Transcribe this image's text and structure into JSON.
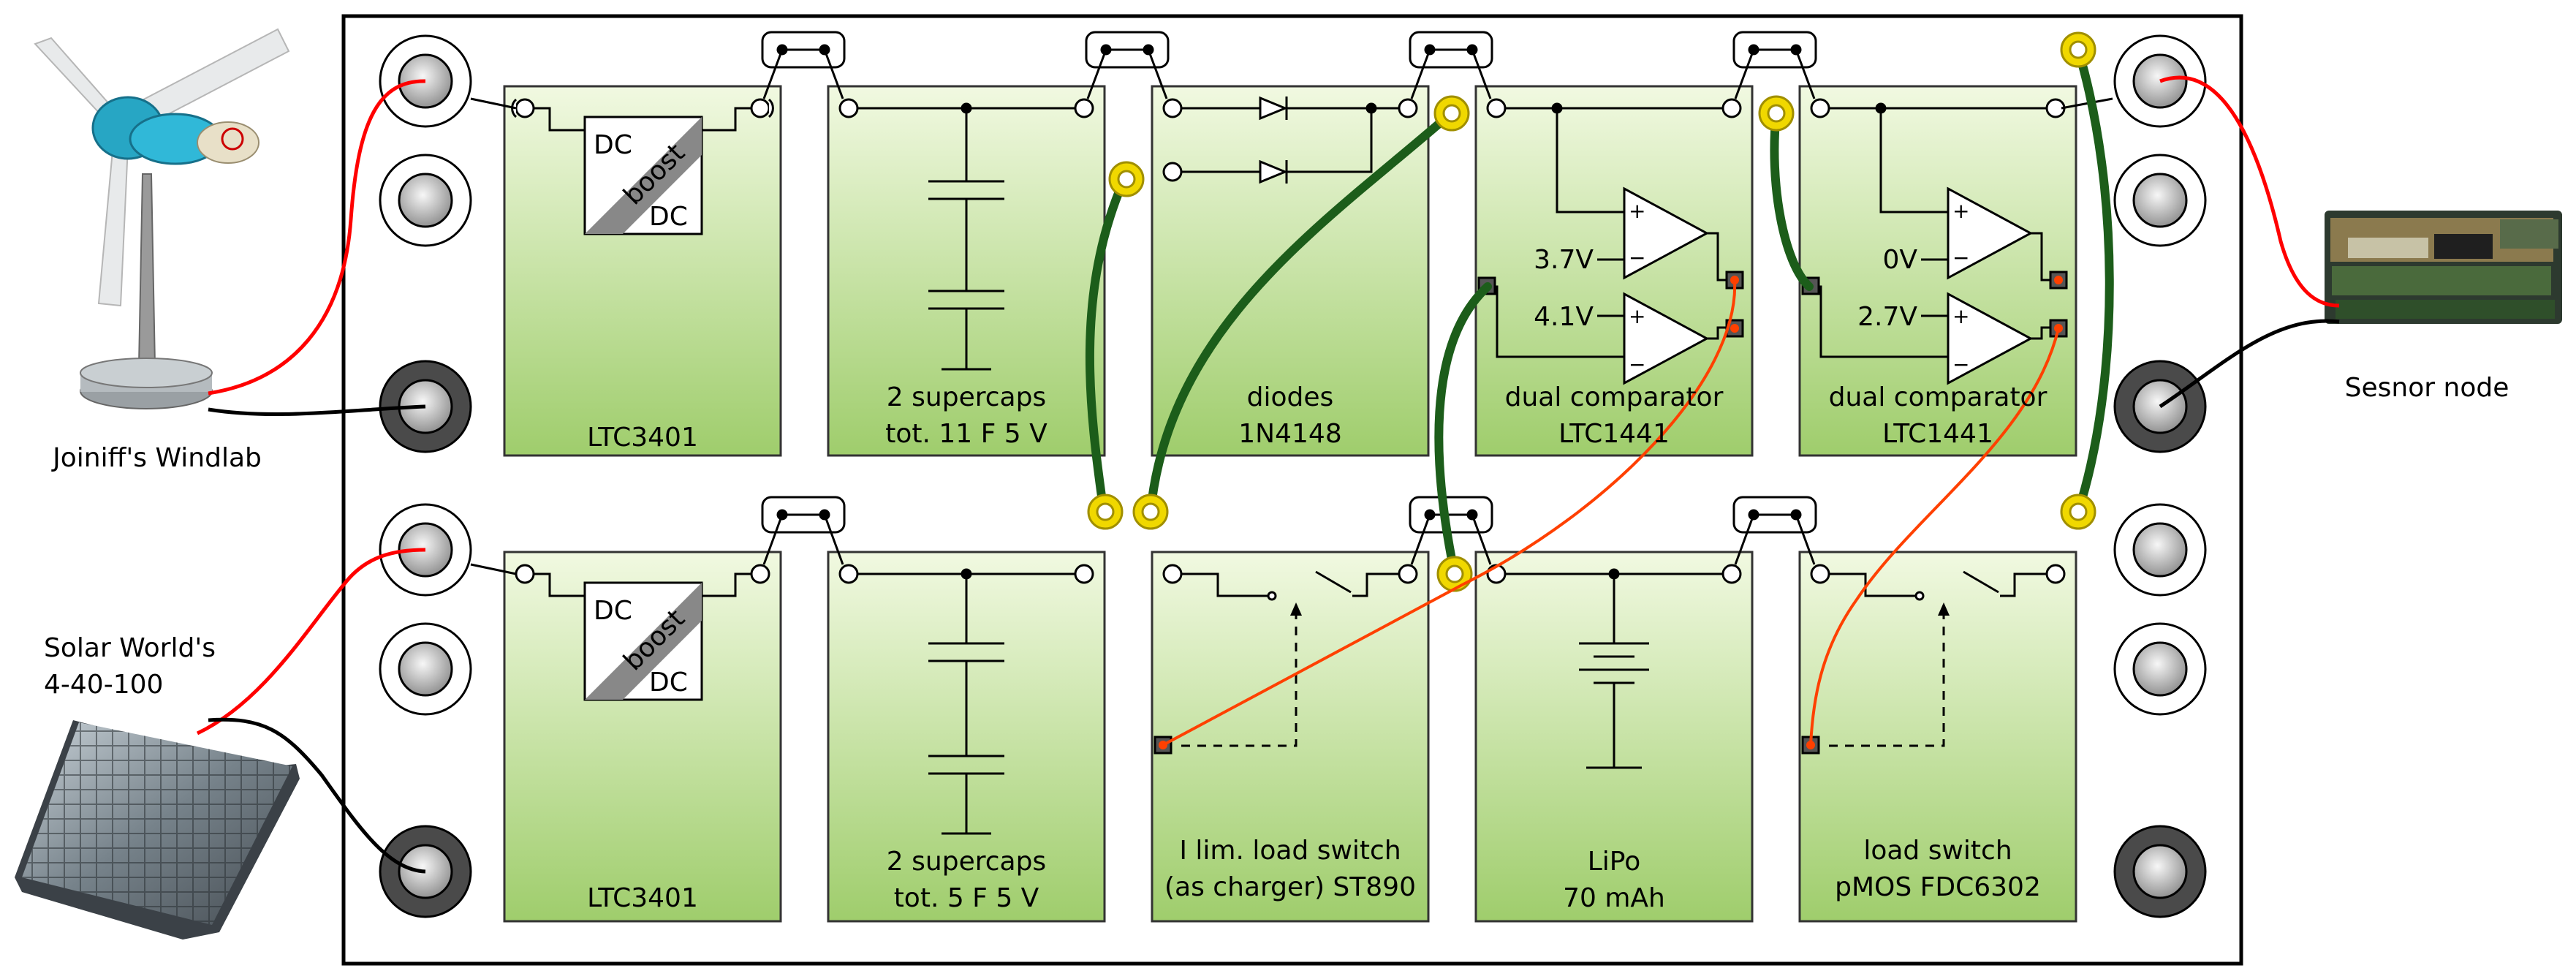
{
  "devices": {
    "windlab": "Joiniff's Windlab",
    "solar": [
      "Solar World's",
      "4-40-100"
    ],
    "sensor": "Sesnor node"
  },
  "modules": {
    "top": [
      {
        "lines": [
          "LTC3401"
        ]
      },
      {
        "lines": [
          "2 supercaps",
          "tot. 11 F 5 V"
        ]
      },
      {
        "lines": [
          "diodes",
          "1N4148"
        ]
      },
      {
        "lines": [
          "dual comparator",
          "LTC1441"
        ]
      },
      {
        "lines": [
          "dual comparator",
          "LTC1441"
        ]
      }
    ],
    "bottom": [
      {
        "lines": [
          "LTC3401"
        ]
      },
      {
        "lines": [
          "2 supercaps",
          "tot. 5 F 5 V"
        ]
      },
      {
        "lines": [
          "I lim. load switch",
          "(as charger) ST890"
        ]
      },
      {
        "lines": [
          "LiPo",
          "70 mAh"
        ]
      },
      {
        "lines": [
          "load switch",
          "pMOS FDC6302"
        ]
      }
    ]
  },
  "converter": {
    "in": "DC",
    "mid": "boost",
    "out": "DC"
  },
  "comparators": [
    {
      "upper": "3.7V",
      "lower": "4.1V"
    },
    {
      "upper": "0V",
      "lower": "2.7V"
    }
  ],
  "colors": {
    "module_top": "#f1f9e1",
    "module_bottom": "#9fcd6c",
    "green_wire": "#1c5d1a",
    "signal_wire": "#ff4000",
    "power_wire": "#ff0000",
    "jack_ring": "#d8c300"
  }
}
